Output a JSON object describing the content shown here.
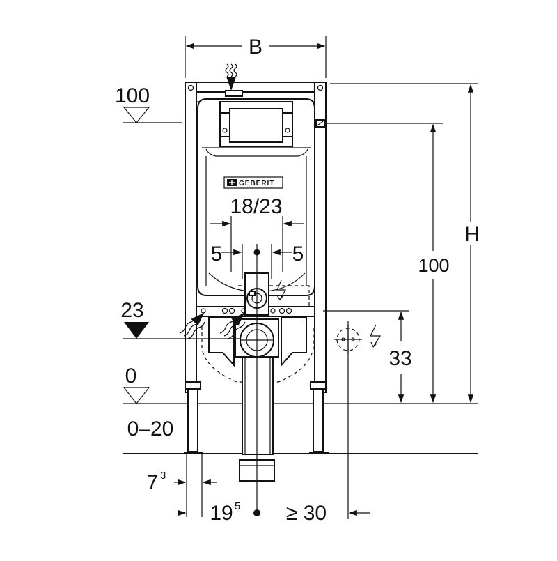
{
  "labels": {
    "width": "B",
    "height": "H",
    "top_level": "100",
    "actuator_height": "100",
    "supply_level": "23",
    "floor_level": "0",
    "floor_range": "0–20",
    "flush_range": "18/23",
    "offset_left": "5",
    "offset_right": "5",
    "outlet_height": "33",
    "foot_base": "7",
    "foot_sup": "3",
    "axis_base": "19",
    "axis_sup": "5",
    "min_distance": "≥ 30"
  },
  "logo": "GEBERIT"
}
